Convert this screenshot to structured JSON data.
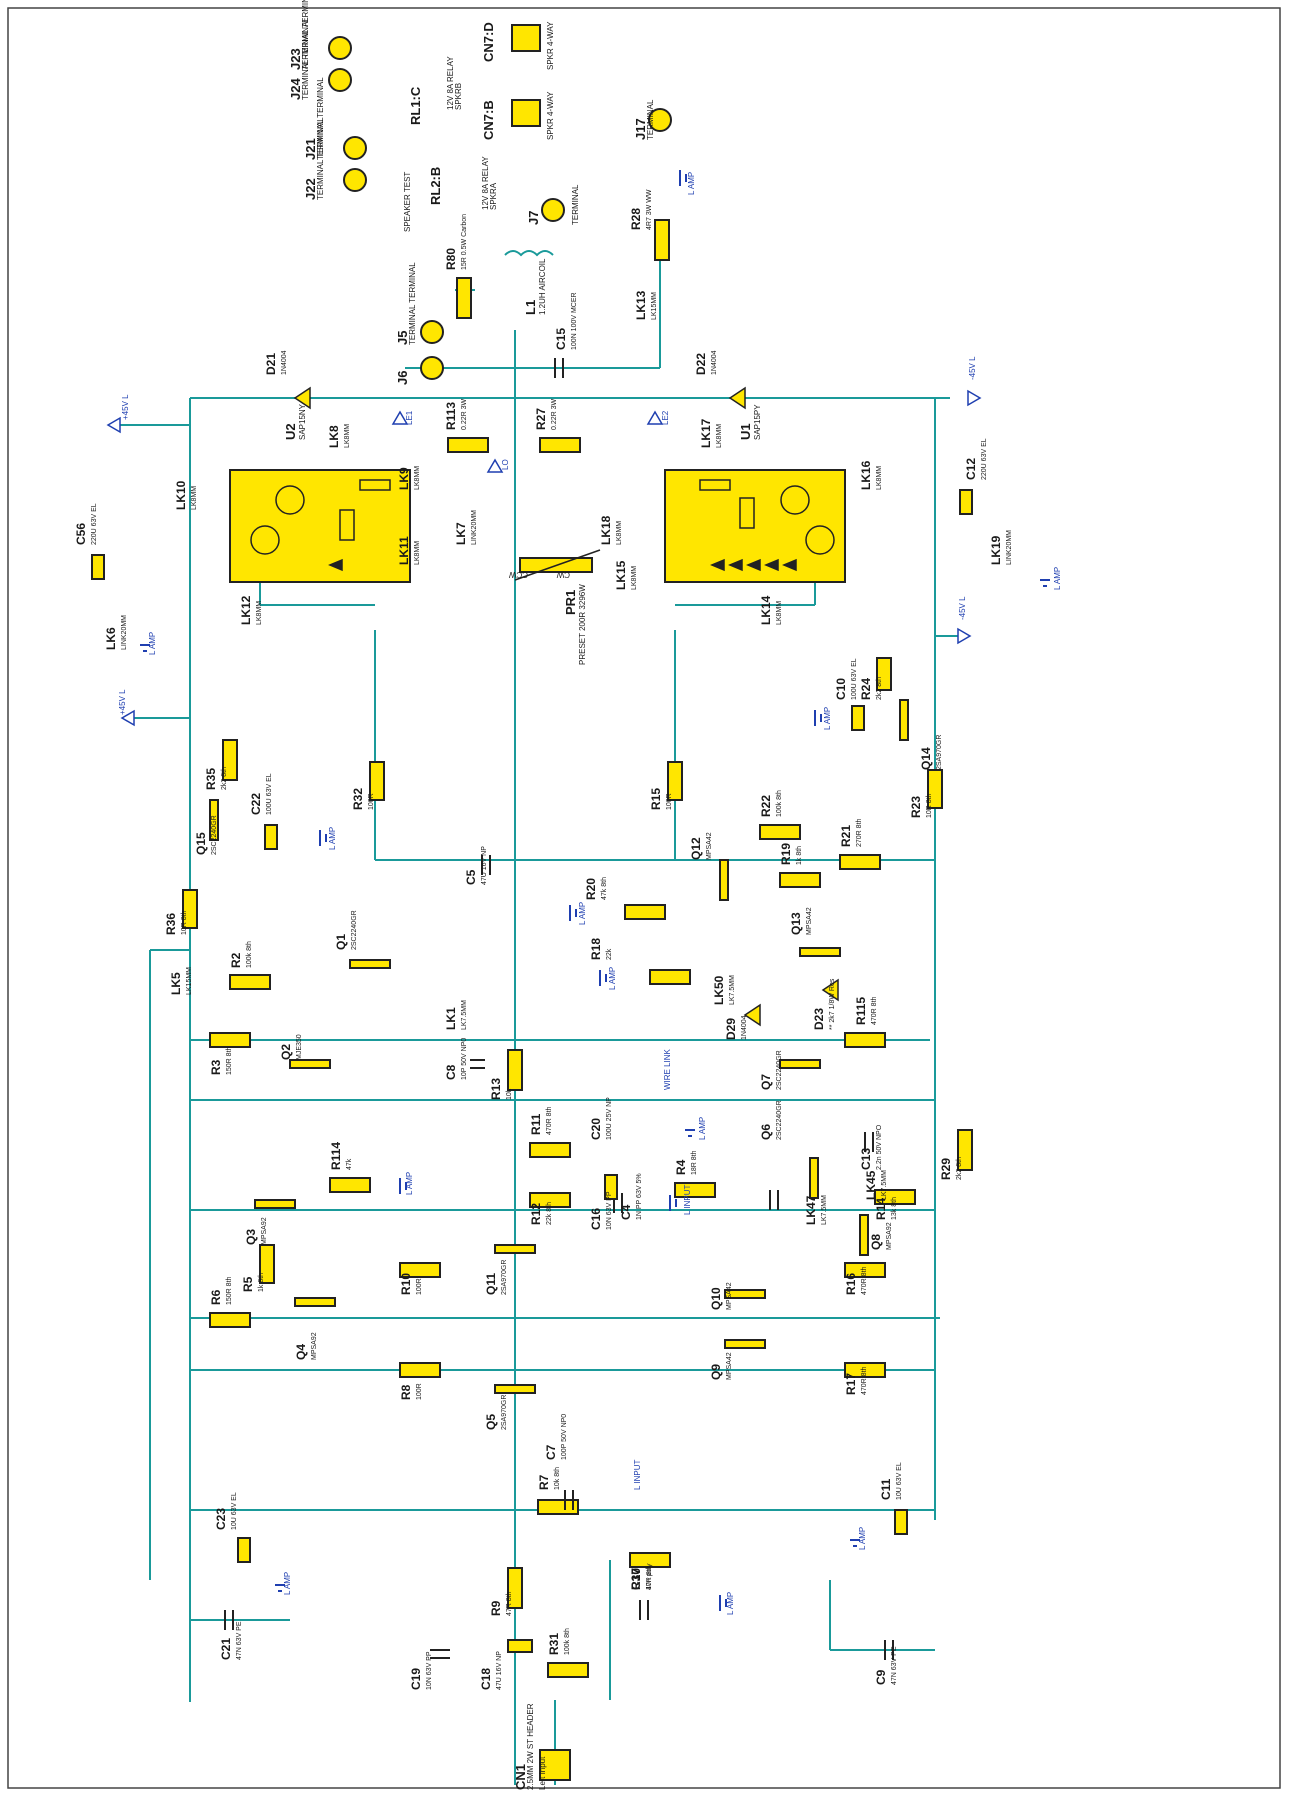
{
  "colors": {
    "wire": "#1a9a9a",
    "component": "#ffe600",
    "outline": "#222222",
    "ground": "#1f3fb0"
  },
  "terminals": [
    {
      "ref": "J23",
      "label": "TERMINAL TERMINAL"
    },
    {
      "ref": "J24",
      "label": "TERMINAL TERMINAL"
    },
    {
      "ref": "J21",
      "label": "TERMINAL TERMINAL"
    },
    {
      "ref": "J22",
      "label": "TERMINAL TERMINAL"
    },
    {
      "ref": "J17",
      "label": "TERMINAL"
    },
    {
      "ref": "J7",
      "label": "TERMINAL"
    },
    {
      "ref": "J5",
      "label": "TERMINAL TERMINAL"
    },
    {
      "ref": "J6",
      "label": ""
    }
  ],
  "connectors": [
    {
      "ref": "CN7:D",
      "label": "SPKR 4-WAY"
    },
    {
      "ref": "CN7:B",
      "label": "SPKR 4-WAY"
    },
    {
      "ref": "CN1",
      "label": "2.5MM 2W ST HEADER",
      "sub": "Left Input"
    }
  ],
  "relays": [
    {
      "ref": "RL1:C",
      "label": "12V 8A RELAY",
      "sub": "SPKRB"
    },
    {
      "ref": "RL2:B",
      "label": "12V 8A RELAY",
      "sub": "SPKRA"
    }
  ],
  "speaker_test": "SPEAKER TEST",
  "inductor": {
    "ref": "L1",
    "value": "1.2UH AIRCOIL"
  },
  "ics": [
    {
      "ref": "U2",
      "value": "SAP15NY"
    },
    {
      "ref": "U1",
      "value": "SAP15PY"
    }
  ],
  "preset": {
    "ref": "PR1",
    "value": "PRESET 200R 3296W",
    "cw": "CW",
    "ccw": "CCW"
  },
  "resistors": [
    {
      "ref": "R80",
      "value": "15R 0.5W Carbon"
    },
    {
      "ref": "R28",
      "value": "4R7 3W WW"
    },
    {
      "ref": "R113",
      "value": "0.22R 3W"
    },
    {
      "ref": "R27",
      "value": "0.22R 3W"
    },
    {
      "ref": "R35",
      "value": "2k2 8th"
    },
    {
      "ref": "R32",
      "value": "100R"
    },
    {
      "ref": "R15",
      "value": "100R"
    },
    {
      "ref": "R24",
      "value": "2k2 8th"
    },
    {
      "ref": "R23",
      "value": "10R 8th"
    },
    {
      "ref": "R22",
      "value": "100k 8th"
    },
    {
      "ref": "R36",
      "value": "10R 8th"
    },
    {
      "ref": "R20",
      "value": "47k 8th"
    },
    {
      "ref": "R21",
      "value": "270R 8th"
    },
    {
      "ref": "R19",
      "value": "1k 8th"
    },
    {
      "ref": "R18",
      "value": "22k"
    },
    {
      "ref": "R2",
      "value": "100k 8th"
    },
    {
      "ref": "R3",
      "value": "150R 8th"
    },
    {
      "ref": "R13",
      "value": "10k"
    },
    {
      "ref": "R115",
      "value": "470R 8th"
    },
    {
      "ref": "R29",
      "value": "2k2 8th"
    },
    {
      "ref": "R11",
      "value": "470R 8th"
    },
    {
      "ref": "R4",
      "value": "18R 8th"
    },
    {
      "ref": "R114",
      "value": "47k"
    },
    {
      "ref": "R12",
      "value": "22k 8th"
    },
    {
      "ref": "R14",
      "value": "13k 8th"
    },
    {
      "ref": "R5",
      "value": "1k 8th"
    },
    {
      "ref": "R6",
      "value": "150R 8th"
    },
    {
      "ref": "R10",
      "value": "100R"
    },
    {
      "ref": "R16",
      "value": "470R 8th"
    },
    {
      "ref": "R8",
      "value": "100R"
    },
    {
      "ref": "R17",
      "value": "470R 8th"
    },
    {
      "ref": "R7",
      "value": "10k 8th"
    },
    {
      "ref": "R9",
      "value": "47R 8th"
    },
    {
      "ref": "R30",
      "value": "10R 8th"
    },
    {
      "ref": "R31",
      "value": "100k 8th"
    }
  ],
  "capacitors": [
    {
      "ref": "C15",
      "value": "100N 100V MCER"
    },
    {
      "ref": "C12",
      "value": "220U 63V EL"
    },
    {
      "ref": "C56",
      "value": "220U 63V EL"
    },
    {
      "ref": "C10",
      "value": "100U 63V EL"
    },
    {
      "ref": "C22",
      "value": "100U 63V EL"
    },
    {
      "ref": "C5",
      "value": "47U 16V NP"
    },
    {
      "ref": "C8",
      "value": "10P 50V NP0"
    },
    {
      "ref": "C20",
      "value": "100U 25V NP"
    },
    {
      "ref": "C13",
      "value": "2.2n 50V NPO"
    },
    {
      "ref": "C4",
      "value": "1N PP 63V 5%"
    },
    {
      "ref": "C16",
      "value": "10N 63V PP"
    },
    {
      "ref": "C23",
      "value": "10U 63V EL"
    },
    {
      "ref": "C11",
      "value": "10U 63V EL"
    },
    {
      "ref": "C7",
      "value": "100P 50V NP0"
    },
    {
      "ref": "C21",
      "value": "47N 63V PE"
    },
    {
      "ref": "C9",
      "value": "47N 63V PE"
    },
    {
      "ref": "C17",
      "value": "47n poly"
    },
    {
      "ref": "C19",
      "value": "10N 63V PP"
    },
    {
      "ref": "C18",
      "value": "47U 16V NP"
    }
  ],
  "diodes": [
    {
      "ref": "D21",
      "value": "1N4004"
    },
    {
      "ref": "D22",
      "value": "1N4004"
    },
    {
      "ref": "D29",
      "value": "1N4004"
    },
    {
      "ref": "D23",
      "value": "** 2k7 1/8W Res"
    }
  ],
  "transistors": [
    {
      "ref": "Q14",
      "value": "2SA970GR"
    },
    {
      "ref": "Q15",
      "value": "2SC2240GR"
    },
    {
      "ref": "Q12",
      "value": "MPSA42"
    },
    {
      "ref": "Q1",
      "value": "2SC2240GR"
    },
    {
      "ref": "Q13",
      "value": "MPSA42"
    },
    {
      "ref": "Q2",
      "value": "MJE350"
    },
    {
      "ref": "Q7",
      "value": "2SC2240GR"
    },
    {
      "ref": "Q6",
      "value": "2SC2240GR"
    },
    {
      "ref": "Q3",
      "value": "MPSA92"
    },
    {
      "ref": "Q8",
      "value": "MPSA92"
    },
    {
      "ref": "Q11",
      "value": "2SA970GR"
    },
    {
      "ref": "Q10",
      "value": "MPSA42"
    },
    {
      "ref": "Q4",
      "value": "MPSA92"
    },
    {
      "ref": "Q5",
      "value": "2SA970GR"
    },
    {
      "ref": "Q9",
      "value": "MPSA42"
    }
  ],
  "links": [
    {
      "ref": "LK13",
      "value": "LK15MM"
    },
    {
      "ref": "LK8",
      "value": "LK8MM"
    },
    {
      "ref": "LK9",
      "value": "LK8MM"
    },
    {
      "ref": "LK17",
      "value": "LK8MM"
    },
    {
      "ref": "LK16",
      "value": "LK8MM"
    },
    {
      "ref": "LK10",
      "value": "LK8MM"
    },
    {
      "ref": "LK7",
      "value": "LINK20MM"
    },
    {
      "ref": "LK11",
      "value": "LK8MM"
    },
    {
      "ref": "LK18",
      "value": "LK8MM"
    },
    {
      "ref": "LK15",
      "value": "LK8MM"
    },
    {
      "ref": "LK19",
      "value": "LINK20MM"
    },
    {
      "ref": "LK6",
      "value": "LINK20MM"
    },
    {
      "ref": "LK12",
      "value": "LK8MM"
    },
    {
      "ref": "LK14",
      "value": "LK8MM"
    },
    {
      "ref": "LK5",
      "value": "LK15MM"
    },
    {
      "ref": "LK1",
      "value": "LK7.5MM"
    },
    {
      "ref": "LK50",
      "value": "LK7.5MM"
    },
    {
      "ref": "LK45",
      "value": "LK7.5MM"
    },
    {
      "ref": "LK47",
      "value": "LK7.5MM"
    }
  ],
  "nets": {
    "pos_rail": "+45V_L",
    "neg_rail": "-45V_L",
    "ground": "L AMP",
    "le1": "LE1",
    "le2": "LE2",
    "lo": "LO",
    "input": "L INPUT",
    "wire_link": "WIRE LINK"
  }
}
